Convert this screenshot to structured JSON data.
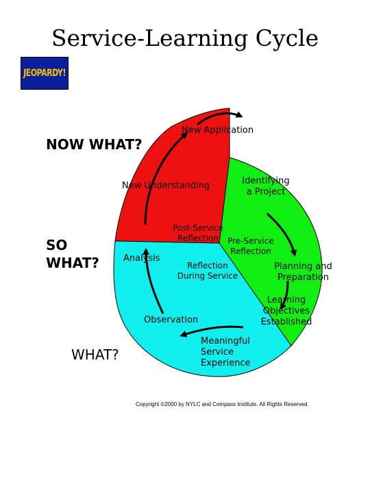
{
  "title": "Service-Learning Cycle",
  "logo": {
    "text": "JEOPARDY!"
  },
  "questions": {
    "now_what": "NOW WHAT?",
    "so_what_line1": "SO",
    "so_what_line2": "WHAT?",
    "what": "WHAT?"
  },
  "segments": {
    "red": "#ee1111",
    "green": "#11ee11",
    "cyan": "#11eeee"
  },
  "labels": {
    "new_application": "New Application",
    "identifying": "Identifying\na Project",
    "new_understanding": "New Understanding",
    "post_service": "Post-Service\nReflection",
    "pre_service": "Pre-Service\nReflection",
    "analysis": "Analysis",
    "reflection_during": "Reflection\nDuring Service",
    "planning": "Planning and\nPreparation",
    "learning_objectives": "Learning\nObjectives\nEstablished",
    "observation": "Observation",
    "meaningful": "Meaningful\nService\nExperience"
  },
  "copyright": "Copyright ©2000 by NYLC and Compass Institute. All Rights Reserved."
}
